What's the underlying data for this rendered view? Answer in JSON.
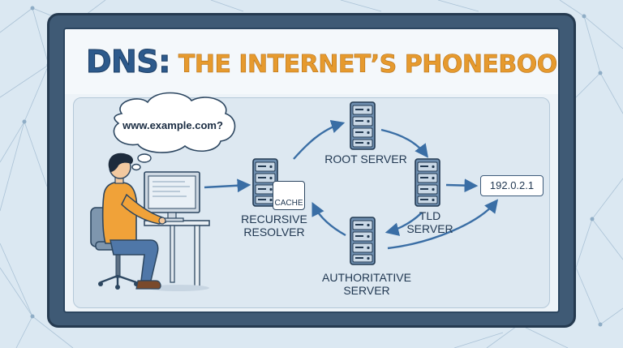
{
  "title": {
    "prefix": "DNS:",
    "rest": "THE INTERNET’S PHONEBOOK"
  },
  "thought_bubble": {
    "text": "www.example.com?"
  },
  "nodes": {
    "recursive_resolver": {
      "label_line1": "RECURSIVE",
      "label_line2": "RESOLVER",
      "badge": "CACHE"
    },
    "root_server": {
      "label": "ROOT SERVER"
    },
    "tld_server": {
      "label_line1": "TLD",
      "label_line2": "SERVER"
    },
    "authoritative_server": {
      "label_line1": "AUTHORITATIVE",
      "label_line2": "SERVER"
    }
  },
  "result": {
    "ip": "192.0.2.1"
  },
  "colors": {
    "title_blue": "#2d5a8c",
    "title_orange": "#e69a2e",
    "arrow": "#3a6ea5",
    "server_body": "#6f8fb0",
    "monitor": "#3f5a75"
  }
}
